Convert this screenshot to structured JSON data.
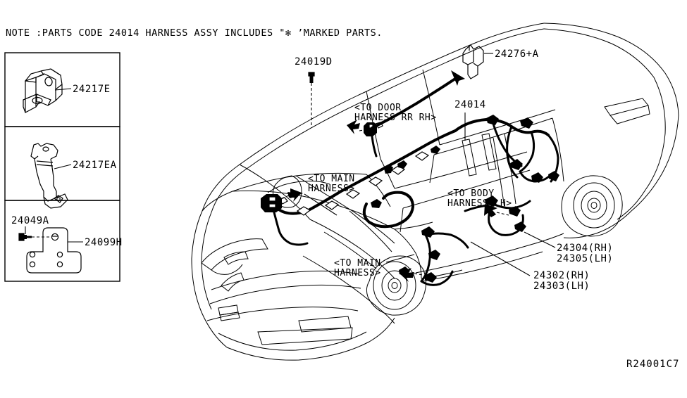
{
  "sheet": {
    "note": "NOTE :PARTS CODE  24014 HARNESS ASSY INCLUDES \"✻ ’MARKED PARTS.",
    "drawing_number": "R24001C7",
    "background_color": "#ffffff",
    "line_color": "#000000"
  },
  "legend": {
    "boxes": [
      {
        "id": "box-1",
        "part_label": "24217E",
        "part_name": "bracket"
      },
      {
        "id": "box-2",
        "part_label": "24217EA",
        "part_name": "bracket"
      },
      {
        "id": "box-3",
        "part_label_a": "24049A",
        "part_label_b": "24099H",
        "part_name": "bracket-and-screw"
      }
    ]
  },
  "diagram": {
    "callouts": [
      {
        "id": "callout-24019d",
        "text": "24019D"
      },
      {
        "id": "callout-24276a",
        "text": "24276+A"
      },
      {
        "id": "callout-24014",
        "text": "24014"
      },
      {
        "id": "callout-24304rh",
        "text": "24304(RH)"
      },
      {
        "id": "callout-24305lh",
        "text": "24305(LH)"
      },
      {
        "id": "callout-24302rh",
        "text": "24302(RH)"
      },
      {
        "id": "callout-24303lh",
        "text": "24303(LH)"
      }
    ],
    "connector_notes": [
      {
        "id": "note-door-rr-rh",
        "line1": "<TO DOOR",
        "line2": "HARNESS RR RH>"
      },
      {
        "id": "note-main-upper",
        "line1": "<TO MAIN",
        "line2": "HARNESS>"
      },
      {
        "id": "note-body-lh",
        "line1": "<TO BODY",
        "line2": "HARNESS LH>"
      },
      {
        "id": "note-main-lower",
        "line1": "<TO MAIN",
        "line2": "HARNESS>"
      }
    ]
  }
}
